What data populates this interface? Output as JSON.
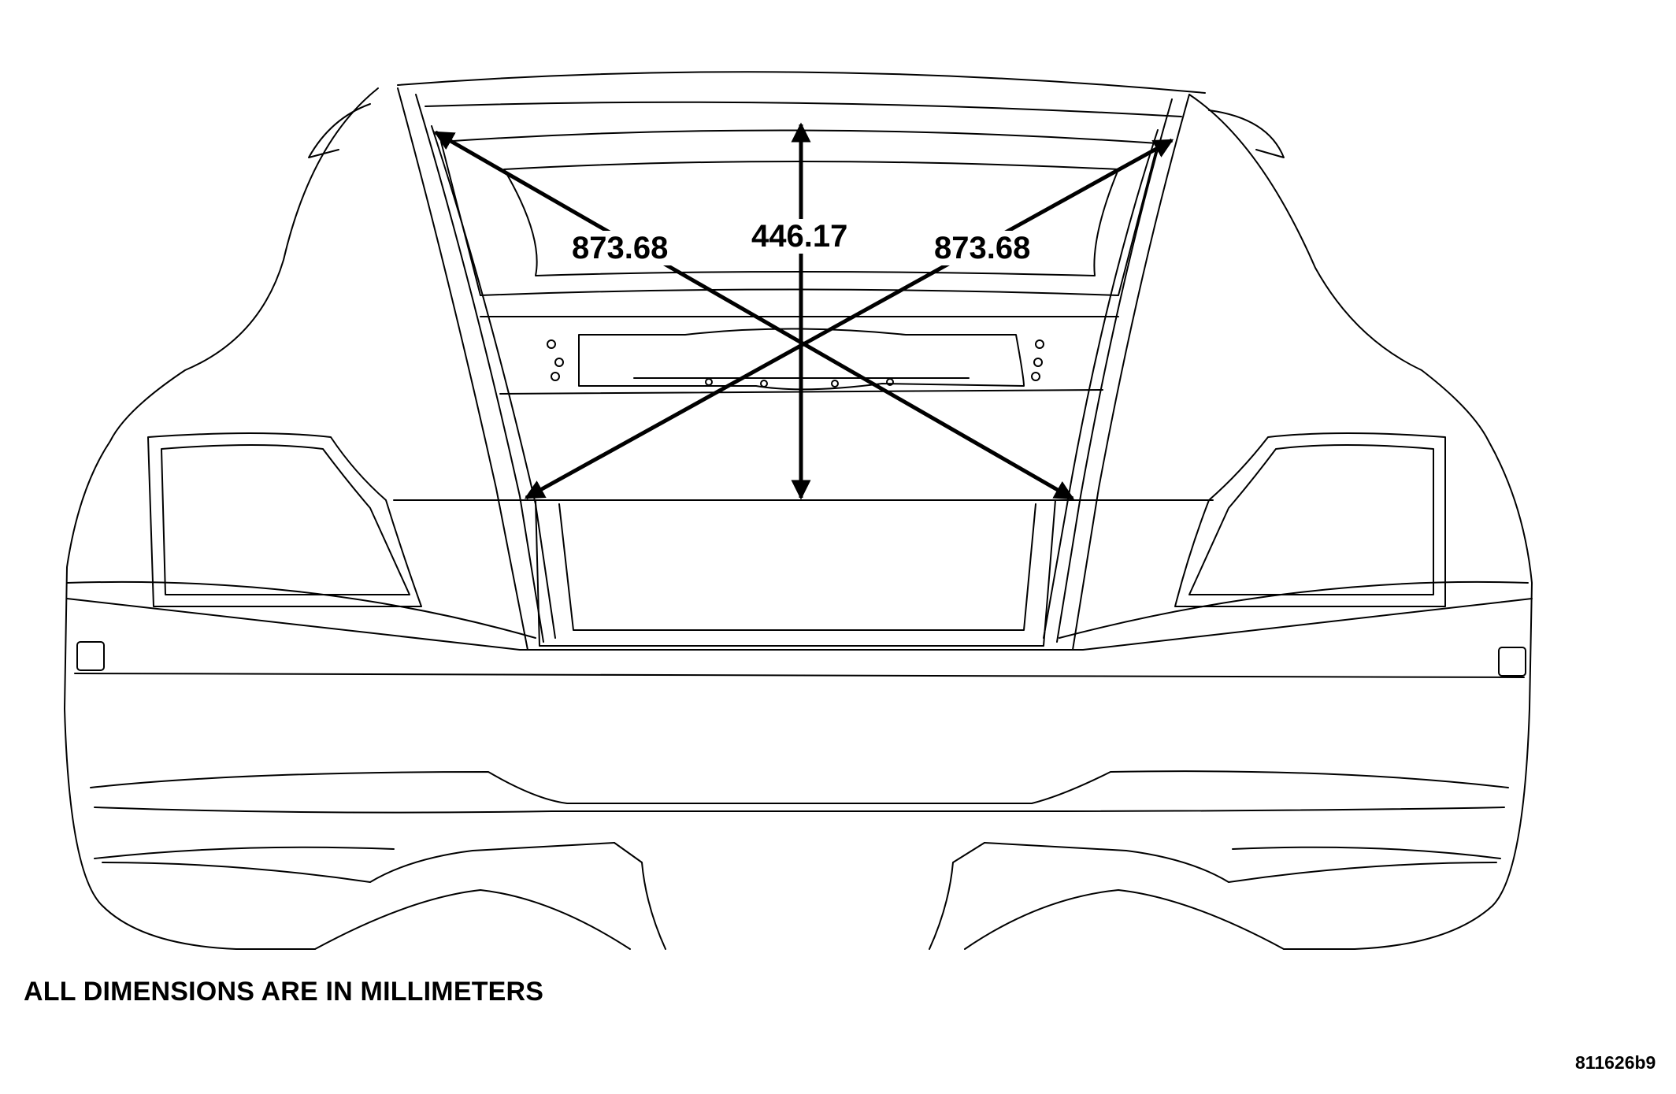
{
  "dimensions": {
    "diagonal_left": "873.68",
    "height": "446.17",
    "diagonal_right": "873.68"
  },
  "footer_note": "ALL DIMENSIONS ARE IN MILLIMETERS",
  "figure_id": "811626b9",
  "colors": {
    "line": "#000000",
    "background": "#ffffff"
  }
}
